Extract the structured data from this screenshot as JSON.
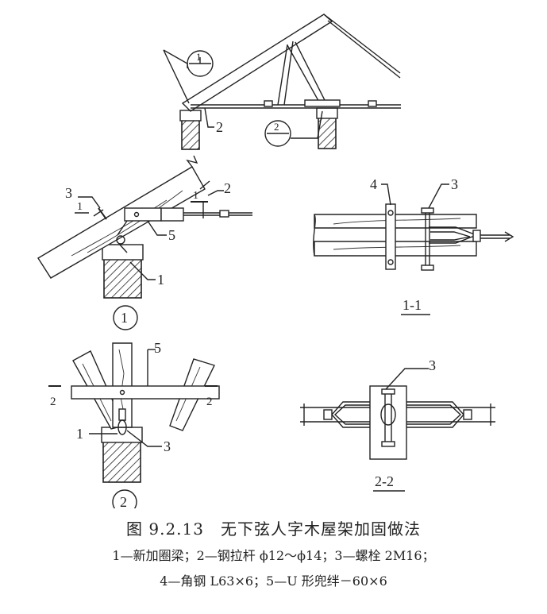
{
  "labels": {
    "d1": "1",
    "d2": "2",
    "d3": "3",
    "d4": "4",
    "d5": "5",
    "sec1": "1",
    "sec2": "2",
    "view11": "1-1",
    "view22": "2-2",
    "circ1": "1",
    "circ2": "2"
  },
  "caption": {
    "title": "图 9.2.13　无下弦人字木屋架加固做法",
    "line1": "1—新加圈梁；2—钢拉杆 ϕ12～ϕ14；3—螺栓 2M16；",
    "line2": "4—角钢 L63×6；5—U 形兜绊－60×6"
  }
}
